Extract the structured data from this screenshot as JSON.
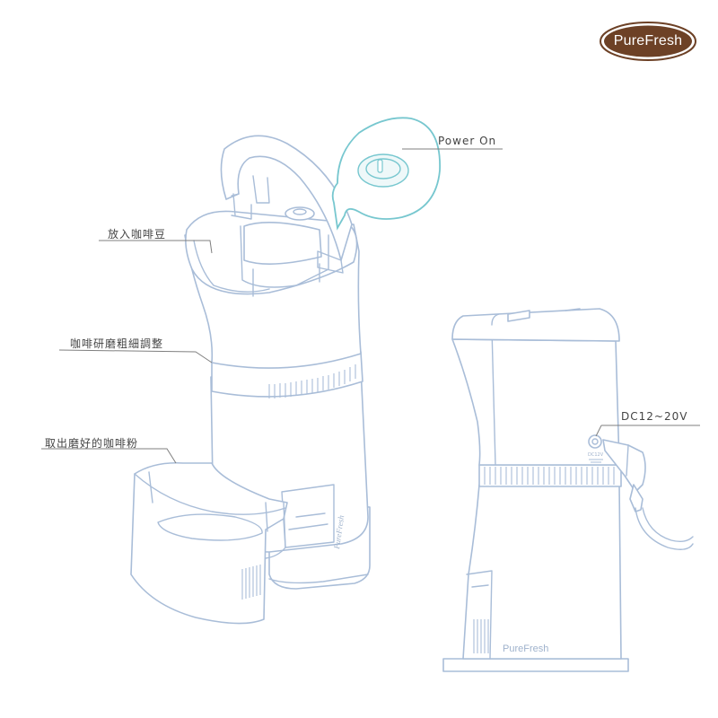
{
  "brand": {
    "logo_text": "PureFresh",
    "logo_color": "#6d4126",
    "product_small_text": "PureFresh",
    "product_text_left": "PureFresh"
  },
  "labels": {
    "power_on": "Power On",
    "add_beans": "放入咖啡豆",
    "grind_adjust": "咖啡研磨粗細調整",
    "take_powder": "取出磨好的咖啡粉",
    "dc_input": "DC12~20V"
  },
  "colors": {
    "outline": "#a9bdd8",
    "callout": "#77c7cf",
    "leader": "#7f7f7f",
    "text": "#444444"
  }
}
